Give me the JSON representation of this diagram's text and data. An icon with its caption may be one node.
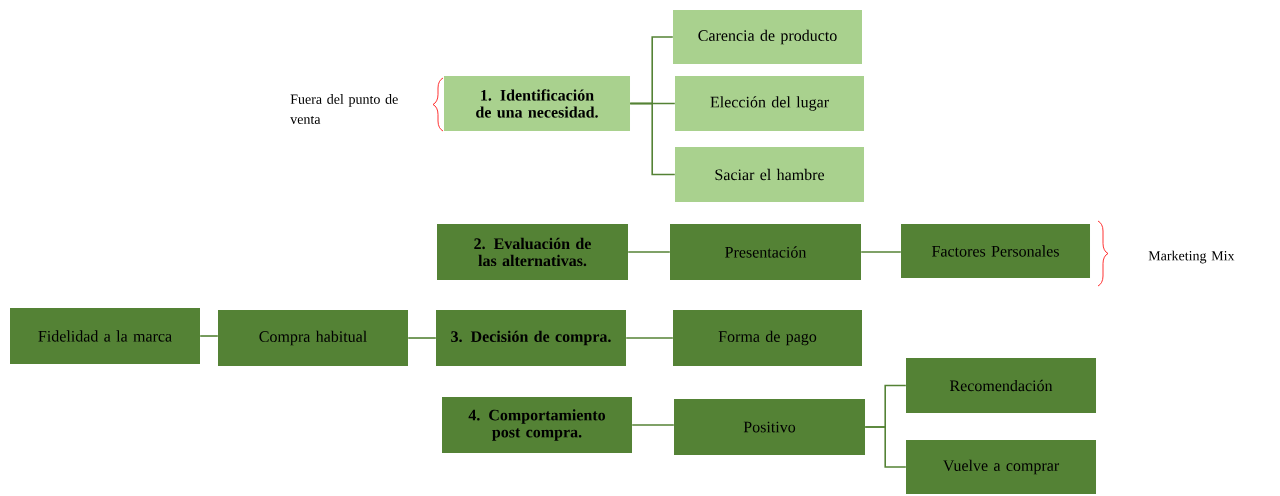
{
  "diagram": {
    "nodes": [
      {
        "text": [
          "1. Identificación de una necesidad."
        ]
      },
      {
        "text": [
          "Carencia de producto"
        ]
      },
      {
        "text": [
          "Elección del lugar"
        ]
      },
      {
        "text": [
          "Saciar el hambre"
        ]
      },
      {
        "text": [
          "2. Evaluación de las alternativas."
        ]
      },
      {
        "text": [
          "Presentación"
        ]
      },
      {
        "text": [
          "Factores Personales"
        ]
      },
      {
        "text": [
          "Fidelidad a la marca"
        ]
      },
      {
        "text": [
          "Compra habitual"
        ]
      },
      {
        "text": [
          "3. Decisión de compra."
        ]
      },
      {
        "text": [
          "Forma de pago"
        ]
      },
      {
        "text": [
          "4. Comportamiento post compra."
        ]
      },
      {
        "text": [
          "Positivo"
        ]
      },
      {
        "text": [
          "Recomendación"
        ]
      },
      {
        "text": [
          "Vuelve a comprar"
        ]
      }
    ],
    "edges": [
      {
        "from": 0,
        "to": 1,
        "arrow": "none"
      },
      {
        "from": 0,
        "to": 2,
        "arrow": "none"
      },
      {
        "from": 0,
        "to": 3,
        "arrow": "none"
      },
      {
        "from": 4,
        "to": 5,
        "arrow": "none"
      },
      {
        "from": 5,
        "to": 6,
        "arrow": "none"
      },
      {
        "from": 7,
        "to": 8,
        "arrow": "none"
      },
      {
        "from": 8,
        "to": 9,
        "arrow": "none"
      },
      {
        "from": 9,
        "to": 10,
        "arrow": "none"
      },
      {
        "from": 11,
        "to": 12,
        "arrow": "none"
      },
      {
        "from": 12,
        "to": 13,
        "arrow": "none"
      },
      {
        "from": 12,
        "to": 14,
        "arrow": "none"
      }
    ],
    "labels": [
      "Fuera del punto de venta",
      "Marketing Mix"
    ]
  }
}
